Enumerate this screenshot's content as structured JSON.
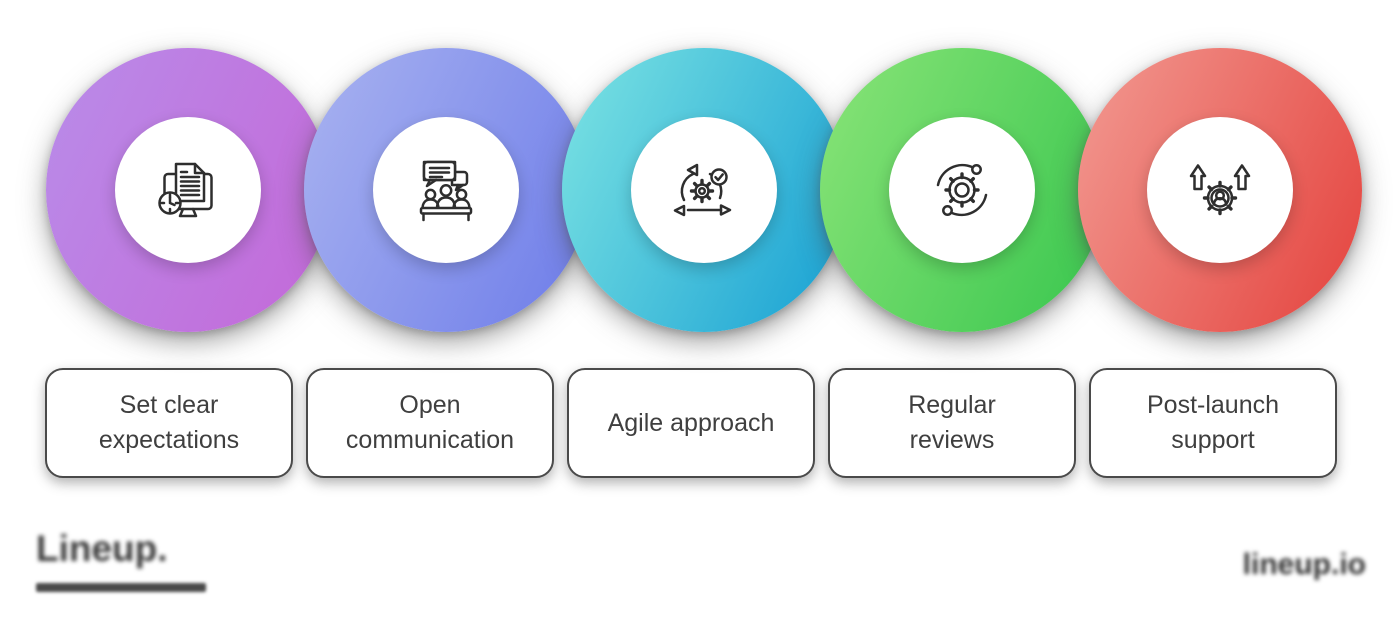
{
  "steps": [
    {
      "label": "Set clear\nexpectations",
      "icon": "document-monitor-clock-icon",
      "gradient": {
        "angle": "115deg",
        "from": "#b98ce9",
        "to": "#c468d8"
      }
    },
    {
      "label": "Open\ncommunication",
      "icon": "meeting-chat-icon",
      "gradient": {
        "angle": "115deg",
        "from": "#a9b3f0",
        "to": "#6d7ce9"
      }
    },
    {
      "label": "Agile approach",
      "icon": "agile-sprint-icon",
      "gradient": {
        "angle": "115deg",
        "from": "#7de4e3",
        "to": "#169fd3"
      }
    },
    {
      "label": "Regular\nreviews",
      "icon": "gear-cycle-icon",
      "gradient": {
        "angle": "115deg",
        "from": "#8ae478",
        "to": "#38c64e"
      }
    },
    {
      "label": "Post-launch\nsupport",
      "icon": "user-gear-growth-icon",
      "gradient": {
        "angle": "115deg",
        "from": "#f29a92",
        "to": "#e4423d"
      }
    }
  ],
  "footer": {
    "logo_text": "Lineup.",
    "watermark_text": "lineup.io"
  },
  "colors": {
    "background": "#ffffff",
    "label_text": "#3f3f3f",
    "label_border": "#4a4a4a",
    "icon_stroke": "#2e2e2e",
    "footer_text": "#3d3d3d"
  }
}
